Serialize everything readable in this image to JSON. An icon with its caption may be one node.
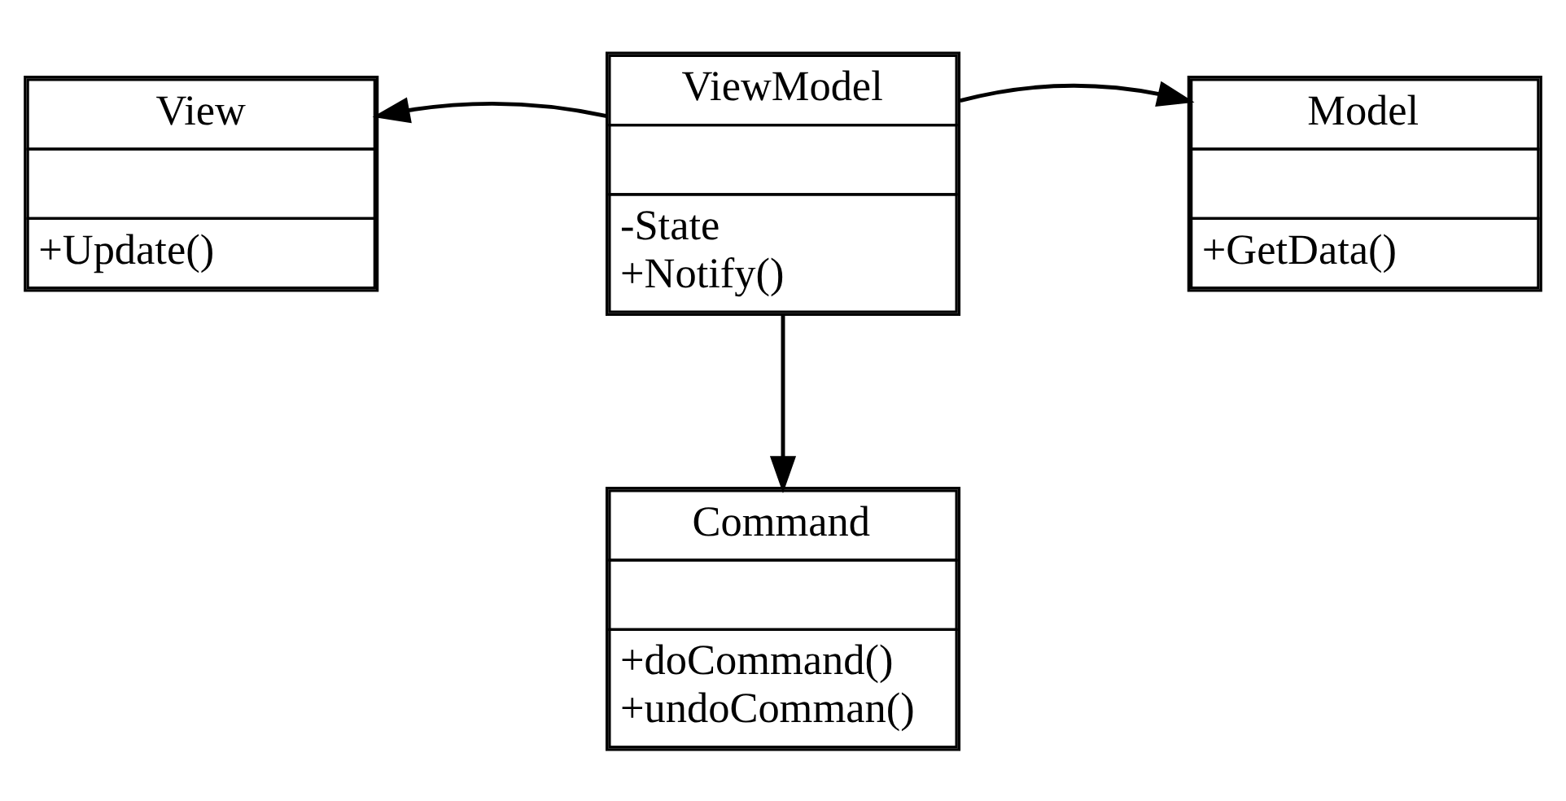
{
  "diagram": {
    "nodes": [
      {
        "text": [
          "View",
          "+Update()"
        ]
      },
      {
        "text": [
          "ViewModel",
          "-State",
          "+Notify()"
        ]
      },
      {
        "text": [
          "Model",
          "+GetData()"
        ]
      },
      {
        "text": [
          "Command",
          "+doCommand()",
          "+undoComman()"
        ]
      }
    ],
    "edges": [
      {
        "from": 1,
        "to": 0,
        "arrow": "to"
      },
      {
        "from": 1,
        "to": 2,
        "arrow": "to"
      },
      {
        "from": 1,
        "to": 3,
        "arrow": "to"
      }
    ]
  }
}
